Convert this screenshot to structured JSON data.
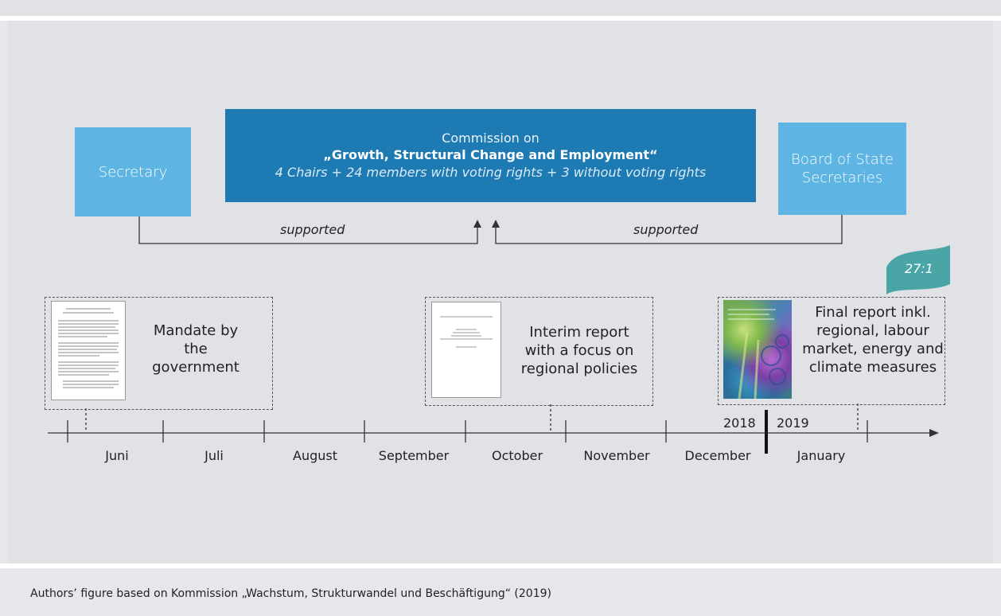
{
  "commission": {
    "line1": "Commission on",
    "line2": "„Growth, Structural Change and Employment“",
    "line3": "4 Chairs + 24 members with voting rights + 3 without voting rights"
  },
  "secretary": "Secretary",
  "board": "Board of State Secretaries",
  "supported_left": "supported",
  "supported_right": "supported",
  "ratio": "27:1",
  "milestones": {
    "mandate": "Mandate by the government",
    "interim": "Interim report with a focus on regional policies",
    "final": "Final report inkl. regional, labour market, energy and climate measures"
  },
  "timeline": {
    "months": [
      "Juni",
      "Juli",
      "August",
      "September",
      "October",
      "November",
      "December",
      "January"
    ],
    "year_left": "2018",
    "year_right": "2019"
  },
  "footer": "Authors’ figure based on Kommission „Wachstum, Strukturwandel und Beschäftigung“ (2019)",
  "colors": {
    "commission": "#1e7ab3",
    "light_box": "#5eb4e3",
    "flag": "#4aa6a6",
    "background": "#e1e2e6"
  }
}
